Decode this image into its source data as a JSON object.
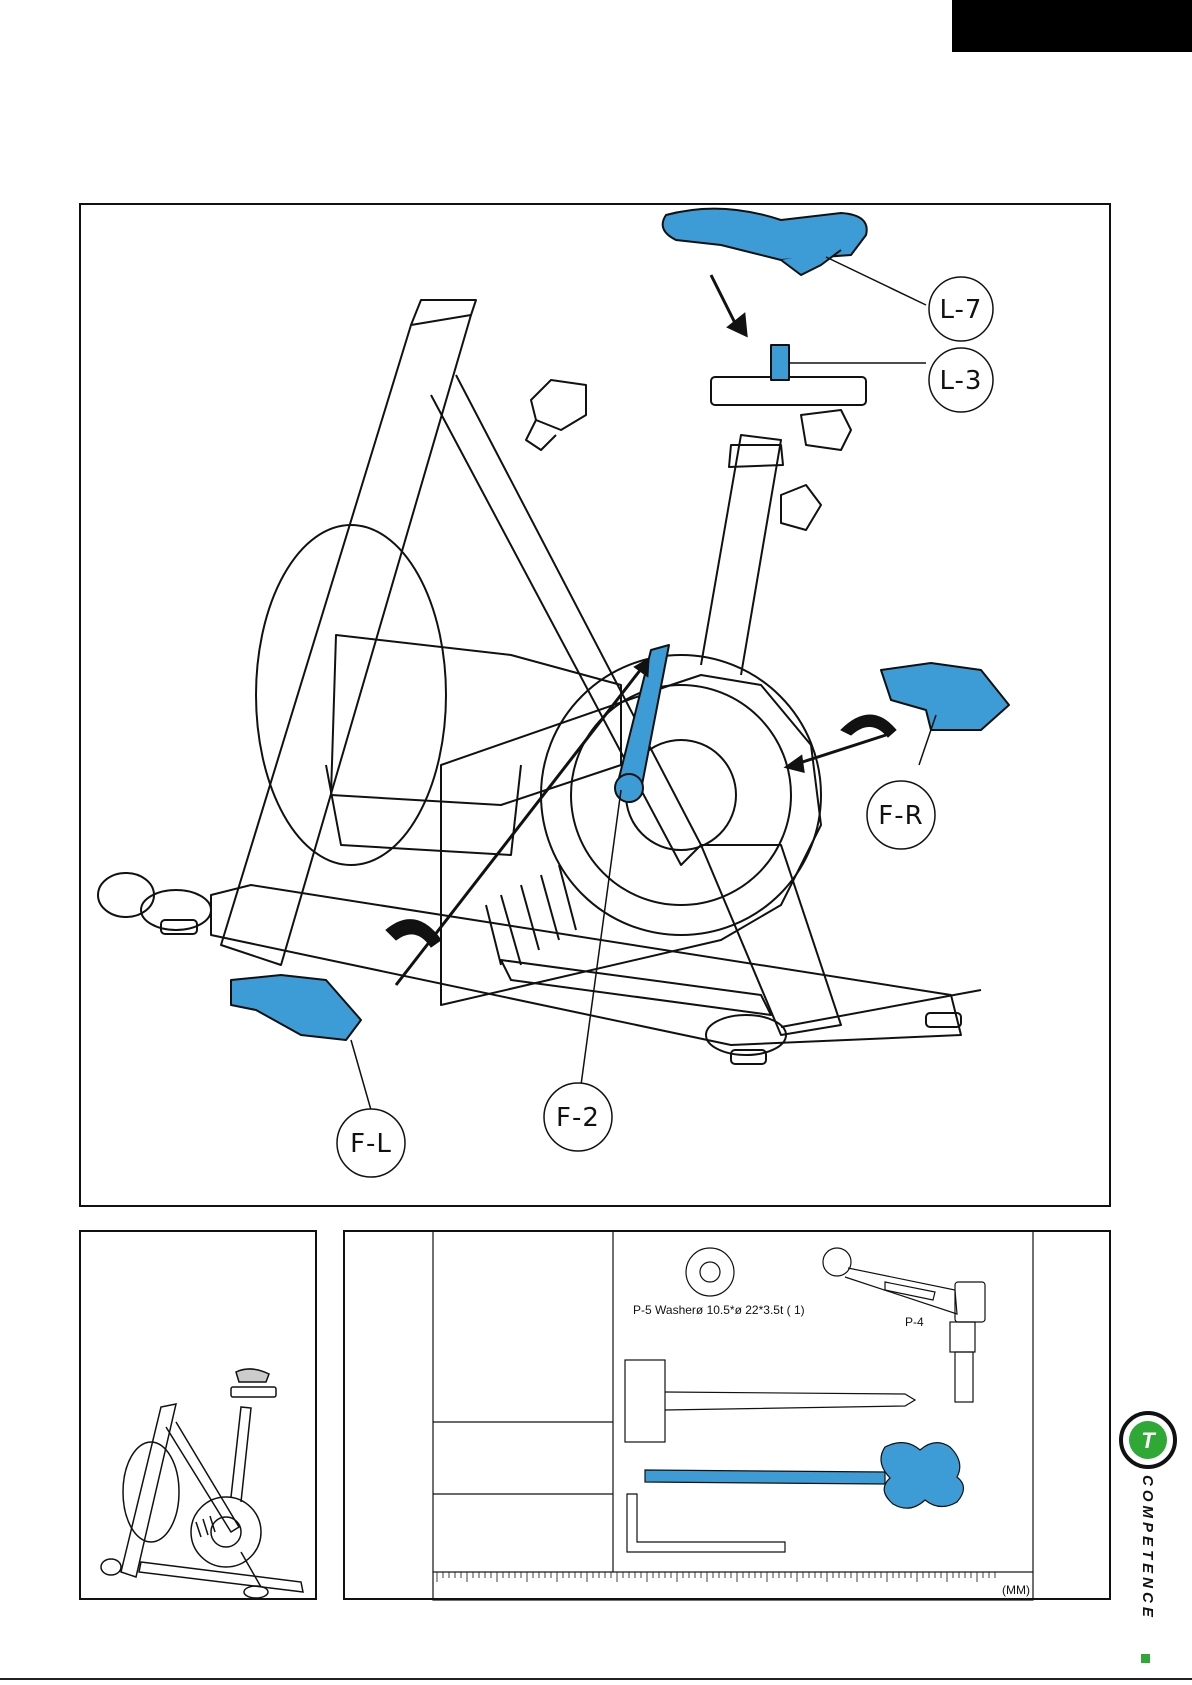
{
  "callouts": {
    "seat": "L-7",
    "seatpost": "L-3",
    "right_pedal": "F-R",
    "crank": "F-2",
    "left_pedal": "F-L"
  },
  "parts": {
    "washer": "P-5 Washerø 10.5*ø 22*3.5t  ( 1)",
    "lever": "P-4",
    "ruler_unit": "(MM)"
  },
  "brand": {
    "name": "COMPETENCE",
    "logo_letter": "T"
  },
  "colors": {
    "highlight": "#3d9bd6",
    "brand_green": "#2fa836"
  }
}
